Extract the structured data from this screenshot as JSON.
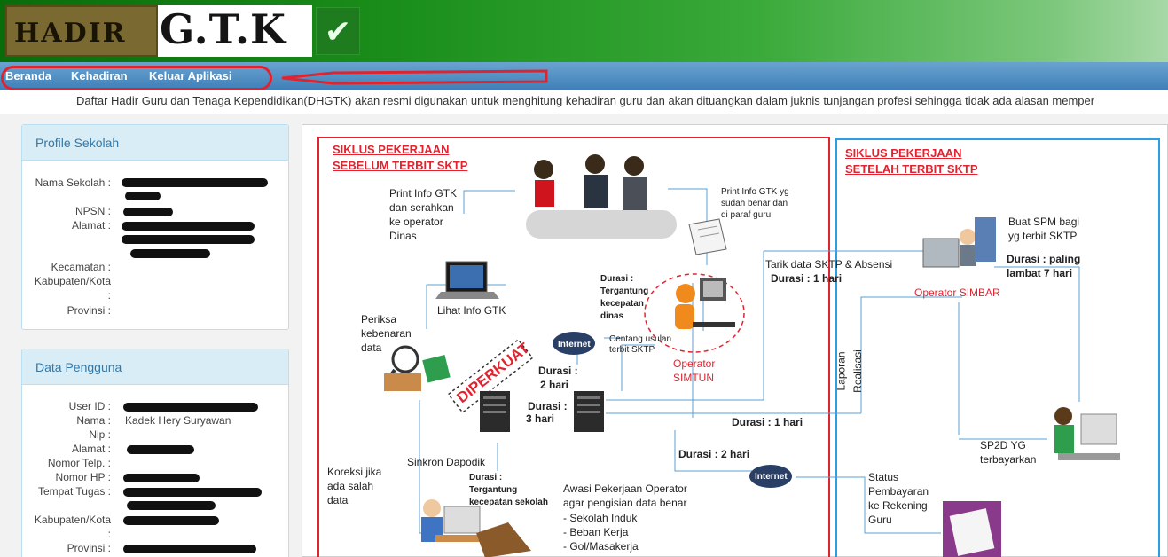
{
  "logo": {
    "left_text": "HADIR",
    "mid_text": "G.T.K",
    "check": "✔"
  },
  "nav": {
    "items": [
      "Beranda",
      "Kehadiran",
      "Keluar Aplikasi"
    ]
  },
  "ticker": "Daftar Hadir Guru dan Tenaga Kependidikan(DHGTK) akan resmi digunakan untuk menghitung kehadiran guru dan akan dituangkan dalam juknis tunjangan profesi sehingga tidak ada alasan memper",
  "profile": {
    "title": "Profile Sekolah",
    "labels": [
      "Nama Sekolah :",
      "NPSN :",
      "Alamat :",
      "Kecamatan :",
      "Kabupaten/Kota",
      ":",
      "Provinsi :"
    ]
  },
  "user": {
    "title": "Data Pengguna",
    "labels": [
      "User ID :",
      "Nama :",
      "Nip :",
      "Alamat :",
      "Nomor Telp. :",
      "Nomor HP :",
      "Tempat Tugas :",
      "Kabupaten/Kota",
      ":",
      "Provinsi :"
    ],
    "name_value": "Kadek Hery Suryawan"
  },
  "diagram": {
    "left_title_1": "SIKLUS PEKERJAAN",
    "left_title_2": "SEBELUM TERBIT SKTP",
    "right_title_1": "SIKLUS PEKERJAAN",
    "right_title_2": "SETELAH TERBIT  SKTP",
    "print_info": [
      "Print Info GTK",
      "dan serahkan",
      "ke operator",
      "Dinas"
    ],
    "print_info_paraf": [
      "Print Info GTK yg",
      "sudah benar dan",
      "di paraf guru"
    ],
    "lihat_info": "Lihat Info GTK",
    "periksa": [
      "Periksa",
      "kebenaran",
      "data"
    ],
    "durasi_tergantung": [
      "Durasi :",
      "Tergantung",
      "kecepatan",
      "dinas"
    ],
    "internet": "Internet",
    "centang": [
      "Centang usulan",
      "terbit SKTP"
    ],
    "operator_simtun": [
      "Operator",
      "SIMTUN"
    ],
    "stamp": "DIPERKUAT",
    "durasi_2_hari_a": [
      "Durasi :",
      "2 hari"
    ],
    "durasi_3_hari": [
      "Durasi :",
      "3 hari"
    ],
    "tarik_data": "Tarik data SKTP & Absensi",
    "durasi_1_hari_a": "Durasi : 1 hari",
    "durasi_1_hari_b": "Durasi : 1 hari",
    "durasi_2_hari_b": "Durasi : 2 hari",
    "operator_simbar": "Operator SIMBAR",
    "buat_spm": [
      "Buat SPM bagi",
      "yg terbit SKTP"
    ],
    "durasi_paling": [
      "Durasi : paling",
      "lambat 7 hari"
    ],
    "laporan": [
      "Laporan",
      "Realisasi"
    ],
    "sp2d": [
      "SP2D YG",
      "terbayarkan"
    ],
    "koreksi": [
      "Koreksi jika",
      "ada salah",
      "data"
    ],
    "sinkron": "Sinkron Dapodik",
    "durasi_sekolah": [
      "Durasi :",
      "Tergantung",
      "kecepatan sekolah"
    ],
    "awasi": [
      "Awasi Pekerjaan Operator",
      "agar pengisian data benar"
    ],
    "awasi_list": [
      "-  Sekolah Induk",
      "-  Beban Kerja",
      "-  Gol/Masakerja"
    ],
    "status": [
      "Status",
      "Pembayaran",
      "ke Rekening",
      "Guru"
    ]
  },
  "colors": {
    "green_header": "#1b8f1b",
    "nav_blue": "#3e7fb8",
    "red": "#e0242f",
    "panel_blue": "#d9edf7",
    "right_border": "#2aa0e0"
  }
}
